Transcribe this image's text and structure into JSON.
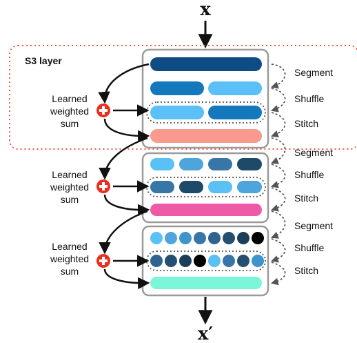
{
  "input_symbol": "x",
  "output_symbol": "x′",
  "s3_layer_label": "S3 layer",
  "blocks": [
    {
      "sum_label_lines": [
        "Learned",
        "weighted",
        "sum"
      ],
      "steps": [
        "Segment",
        "Shuffle",
        "Stitch"
      ]
    },
    {
      "sum_label_lines": [
        "Learned",
        "weighted",
        "sum"
      ],
      "steps": [
        "Segment",
        "Shuffle",
        "Stitch"
      ]
    },
    {
      "sum_label_lines": [
        "Learned",
        "weighted",
        "sum"
      ],
      "steps": [
        "Segment",
        "Shuffle",
        "Stitch"
      ]
    }
  ],
  "colors": {
    "dark_navy": "#0f4c86",
    "mid_blue": "#1478bd",
    "light_blue": "#5bc0f5",
    "salmon": "#f99a8f",
    "pink": "#ee5aa6",
    "mint": "#7cf6d9",
    "plus_red": "#e8301f",
    "s3_border": "#f05a3c"
  }
}
